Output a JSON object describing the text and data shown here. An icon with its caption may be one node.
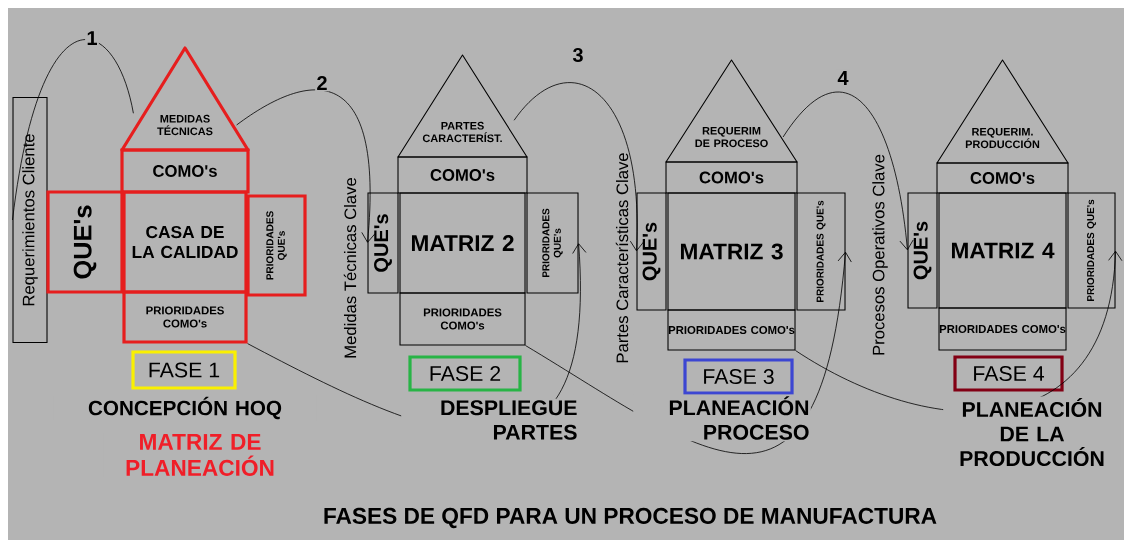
{
  "diagram": {
    "title": "FASES  DE QFD PARA UN PROCESO DE MANUFACTURA",
    "nodes": [
      {
        "text": [
          "Requerimientos Cliente"
        ]
      },
      {
        "text": [
          "MEDIDAS TÉCNICAS"
        ]
      },
      {
        "text": [
          "COMO's"
        ]
      },
      {
        "text": [
          "QUE's"
        ]
      },
      {
        "text": [
          "CASA DE LA CALIDAD"
        ]
      },
      {
        "text": [
          "PRIORIDADES QUE's"
        ]
      },
      {
        "text": [
          "PRIORIDADES COMO's"
        ]
      },
      {
        "text": [
          "FASE 1"
        ],
        "beside": [
          "CONCEPCIÓN HOQ",
          "MATRIZ   DE PLANEACIÓN"
        ]
      },
      {
        "text": [
          "PARTES CARACTERÍST."
        ]
      },
      {
        "text": [
          "COMO's"
        ]
      },
      {
        "text": [
          "QUE's"
        ]
      },
      {
        "text": [
          "MATRIZ 2"
        ]
      },
      {
        "text": [
          "PRIORIDADES QUE's"
        ]
      },
      {
        "text": [
          "PRIORIDADES COMO's"
        ]
      },
      {
        "text": [
          "FASE 2"
        ],
        "beside": [
          "DESPLIEGUE PARTES"
        ]
      },
      {
        "text": [
          "REQUERIM DE PROCESO"
        ]
      },
      {
        "text": [
          "COMO's"
        ]
      },
      {
        "text": [
          "QUE's"
        ]
      },
      {
        "text": [
          "MATRIZ 3"
        ]
      },
      {
        "text": [
          "PRIORIDADES QUE's"
        ]
      },
      {
        "text": [
          "PRIORIDADES COMO's"
        ]
      },
      {
        "text": [
          "FASE 3"
        ],
        "beside": [
          "PLANEACIÓN PROCESO"
        ]
      },
      {
        "text": [
          "REQUERIM. PRODUCCIÓN"
        ]
      },
      {
        "text": [
          "COMO's"
        ]
      },
      {
        "text": [
          "QUE's"
        ]
      },
      {
        "text": [
          "MATRIZ 4"
        ]
      },
      {
        "text": [
          "PRIORIDADES QUE's"
        ]
      },
      {
        "text": [
          "PRIORIDADES COMO's"
        ]
      },
      {
        "text": [
          "FASE 4"
        ],
        "beside": [
          "PLANEACIÓN DE LA PRODUCCIÓN"
        ]
      }
    ],
    "edges": [
      {
        "from": 0,
        "to": 1,
        "arrow": "none",
        "label": "1"
      },
      {
        "from": 1,
        "to": 10,
        "arrow": "to",
        "label": "2"
      },
      {
        "from": 8,
        "to": 17,
        "arrow": "to",
        "label": "3"
      },
      {
        "from": 15,
        "to": 24,
        "arrow": "to",
        "label": "4"
      },
      {
        "from": 6,
        "to": 12,
        "arrow": "to"
      },
      {
        "from": 13,
        "to": 19,
        "arrow": "to"
      },
      {
        "from": 20,
        "to": 26,
        "arrow": "to"
      }
    ],
    "labels": [
      "Medidas Técnicas Clave",
      "Partes Características Clave",
      "Procesos Operativos Clave"
    ]
  }
}
